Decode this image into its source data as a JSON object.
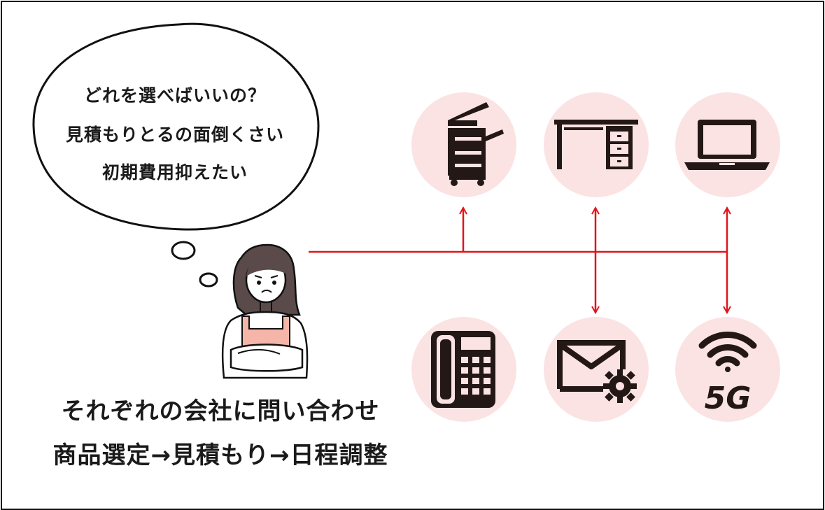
{
  "thought_bubble": {
    "lines": [
      "どれを選べばいいの？",
      "見積もりとるの面倒くさい",
      "初期費用抑えたい"
    ]
  },
  "caption": {
    "line1": "それぞれの会社に問い合わせ",
    "line2": "商品選定→見積もり→日程調整"
  },
  "icons": {
    "top": [
      "copier-icon",
      "office-desk-icon",
      "laptop-icon"
    ],
    "bottom": [
      "office-phone-icon",
      "mail-settings-icon",
      "wifi-5g-icon"
    ],
    "fiveg_label": "5G"
  },
  "colors": {
    "connector": "#e0151b",
    "icon_circle": "#fbe3e3",
    "icon": "#231815",
    "apron": "#f5b5a8",
    "hair": "#5a4a4a"
  }
}
